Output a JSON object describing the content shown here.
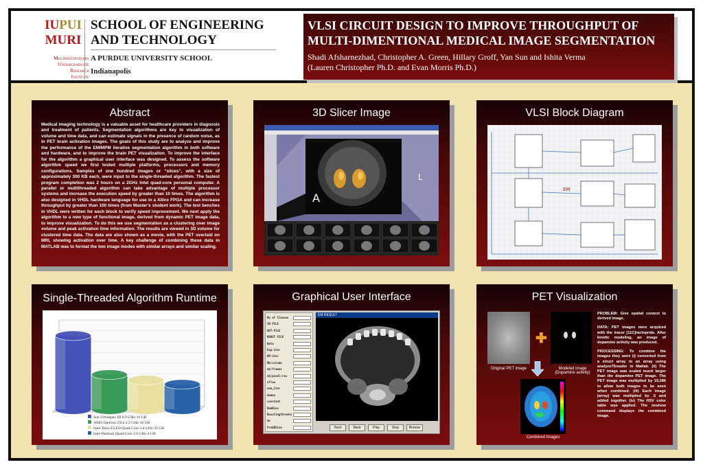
{
  "header": {
    "logo": {
      "line1_a": "IU",
      "line1_b": "PUI",
      "line2": "MURI",
      "subtitle_lines": [
        "Multidisciplinary",
        "Undergraduate",
        "Research",
        "Institute"
      ]
    },
    "school_line1": "SCHOOL OF ENGINEERING",
    "school_line2": "AND TECHNOLOGY",
    "purdue": "A PURDUE UNIVERSITY SCHOOL",
    "city": "Indianapolis"
  },
  "title": {
    "line1": "VLSI CIRCUIT DESIGN TO IMPROVE THROUGHPUT OF",
    "line2": "MULTI-DIMENTIONAL MEDICAL IMAGE SEGMENTATION",
    "authors": "Shadi Afsharnezhad, Christopher A. Green, Hillary Groff, Yan Sun and Ishita Verma",
    "advisors": "(Lauren Christopher Ph.D. and Evan Morris Ph.D.)"
  },
  "panels": {
    "abstract": {
      "title": "Abstract",
      "text": "Medical imaging technology is a valuable asset for healthcare providers in diagnosis and treatment of patients. Segmentation algorithms are key to visualization of volume and time data, and can estimate signals in the presence of random noise, as in PET brain activation images. The goals of this study are to analyze and improve the performance of the EM/MPM iterative segmentation algorithm in both software and hardware, and to improve the brain PET visualization. To improve the interface for the algorithm a graphical user interface was designed. To assess the software algorithm speed we first tested multiple platforms, processors and memory configurations. Samples of one hundred images or “slices”, with a size of approximately 300 KB each, were input to the single-threaded algorithm. The fastest program completion was 2 hours on a 2GHz Intel quad-core personal computer. A parallel or multithreaded algorithm can take advantage of multiple processor systems and increase the execution speed by greater than 10 times. The algorithm is also designed in VHDL hardware language for use in a Xilinx FPGA and can increase throughput by greater than 100 times (from Master's student work). The test benches in VHDL were written for each block to verify speed improvement. We next apply the algorithm to a new type of functional image, derived from dynamic PET image data, to improve visualization. To do this we use segmentation as a clustering over image volume and peak activation time information. The results are viewed in 3D volume for clustered time data. The data are also shown as a movie, with the PET overlaid on MRI, showing activation over time. A key challenge of combining these data in MATLAB was to format the two image modes with similar arrays and similar scaling."
    },
    "slicer": {
      "title": "3D Slicer Image",
      "label_a": "A",
      "label_l": "L"
    },
    "vlsi": {
      "title": "VLSI Block Diagram",
      "em_label": "EM"
    },
    "runtime": {
      "title": "Single-Threaded Algorithm Runtime"
    },
    "gui": {
      "title": "Graphical User Interface",
      "window_title": "EM RESULT",
      "fields": [
        "No of Classes",
        "IN FILE",
        "OUT-FILE",
        "BOOST FILE",
        "Beta",
        "Exp-iter",
        "EM-iter",
        "Nb/column",
        "nb/frames",
        "nb/pixel/row",
        "sflow",
        "num_iter",
        "dumax",
        "constant",
        "NumBins",
        "Boostingthreshold",
        "mu",
        "ProbBSize"
      ],
      "buttons": [
        "Next",
        "Back",
        "Play",
        "Stop",
        "Browse"
      ]
    },
    "pet": {
      "title": "PET Visualization",
      "caption_original": "Original PET image",
      "caption_modeled": "Modeled image\n(Dopamine activity)",
      "caption_combined": "Combined Images",
      "problem": "PROBLEM: Give spatial context to derived image.",
      "data_text": "DATA: PET images were acquired with the tracer [11C]raclopride. After kinetic modeling, an image of dopamine activity was produced.",
      "processing": "PROCESSING: To combine the images they were (i) converted from a struct array to an array using analyze75reader in Matlab. (ii) The PET image was scaled much larger than the dopamine PET image. The PET image was multiplied by 19,286 to allow both images to be seen when combined. (iii) Each image (array) was multiplied by .5 and added together. (iv) The HSV color table was applied. The imshow command displays the combined image."
    }
  },
  "chart_data": {
    "type": "bar",
    "categories": [
      "Sun Ultrasparc III 0.9 GHz-16 GB",
      "AMD Opteron 2354 2.2 GHz-16 GB",
      "Intel Xeon E5450 Quad-Core 3.0 GHz-32 GB",
      "Intel Pentium Quad-Core 2.0 GHz-4 GB"
    ],
    "values": [
      6.8,
      3.2,
      2.7,
      2.3
    ],
    "colors": [
      "#4652b8",
      "#3a9a5a",
      "#e8dfa0",
      "#2a62a8"
    ],
    "ylim": [
      0,
      8
    ],
    "legend_position": "bottom"
  }
}
